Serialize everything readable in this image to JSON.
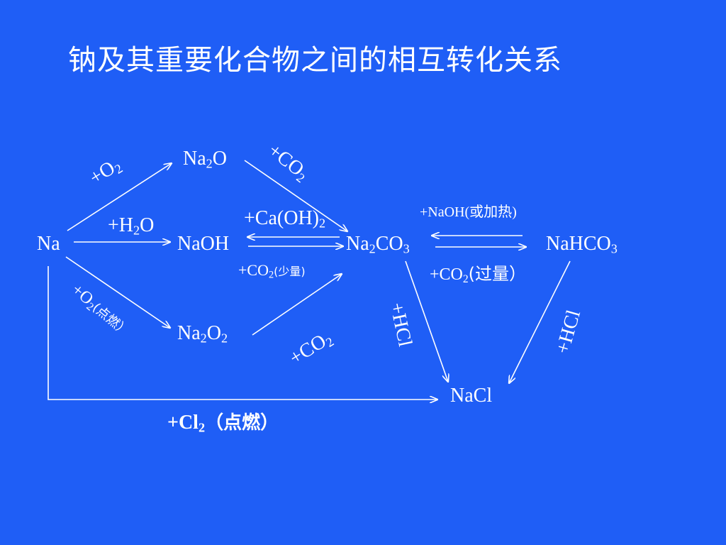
{
  "title": "钠及其重要化合物之间的相互转化关系",
  "nodes": {
    "na": {
      "main": "Na"
    },
    "na2o": {
      "a": "Na",
      "s1": "2",
      "b": "O"
    },
    "naoh": {
      "main": "NaOH"
    },
    "na2o2": {
      "a": "Na",
      "s1": "2",
      "b": "O",
      "s2": "2"
    },
    "na2co3": {
      "a": "Na",
      "s1": "2",
      "b": "CO",
      "s2": "3"
    },
    "nahco3": {
      "a": "NaHCO",
      "s1": "3"
    },
    "nacl": {
      "main": "NaCl"
    }
  },
  "labels": {
    "o2_top": {
      "a": "+O",
      "s": "2"
    },
    "co2_top": {
      "a": "+CO",
      "s": "2"
    },
    "h2o": {
      "a": "+H",
      "s": "2",
      "b": "O"
    },
    "caoh2": {
      "a": "+Ca(OH)",
      "s": "2"
    },
    "co2_few": {
      "a": "+CO",
      "s": "2",
      "b": "(少量)"
    },
    "naoh_heat": {
      "a": "+NaOH(",
      "b": "或加热",
      "c": ")"
    },
    "co2_excess": {
      "a": "+CO",
      "s": "2",
      "b": "(过量）"
    },
    "o2_ignite": {
      "a": "+O",
      "s": "2",
      "b": "(点燃）"
    },
    "co2_bottom": {
      "a": "+CO",
      "s": "2"
    },
    "hcl_left": {
      "main": "+HCl"
    },
    "hcl_right": {
      "main": "+HCl"
    },
    "cl2": {
      "a": "+Cl",
      "s": "2",
      "b": "（点燃）"
    }
  }
}
